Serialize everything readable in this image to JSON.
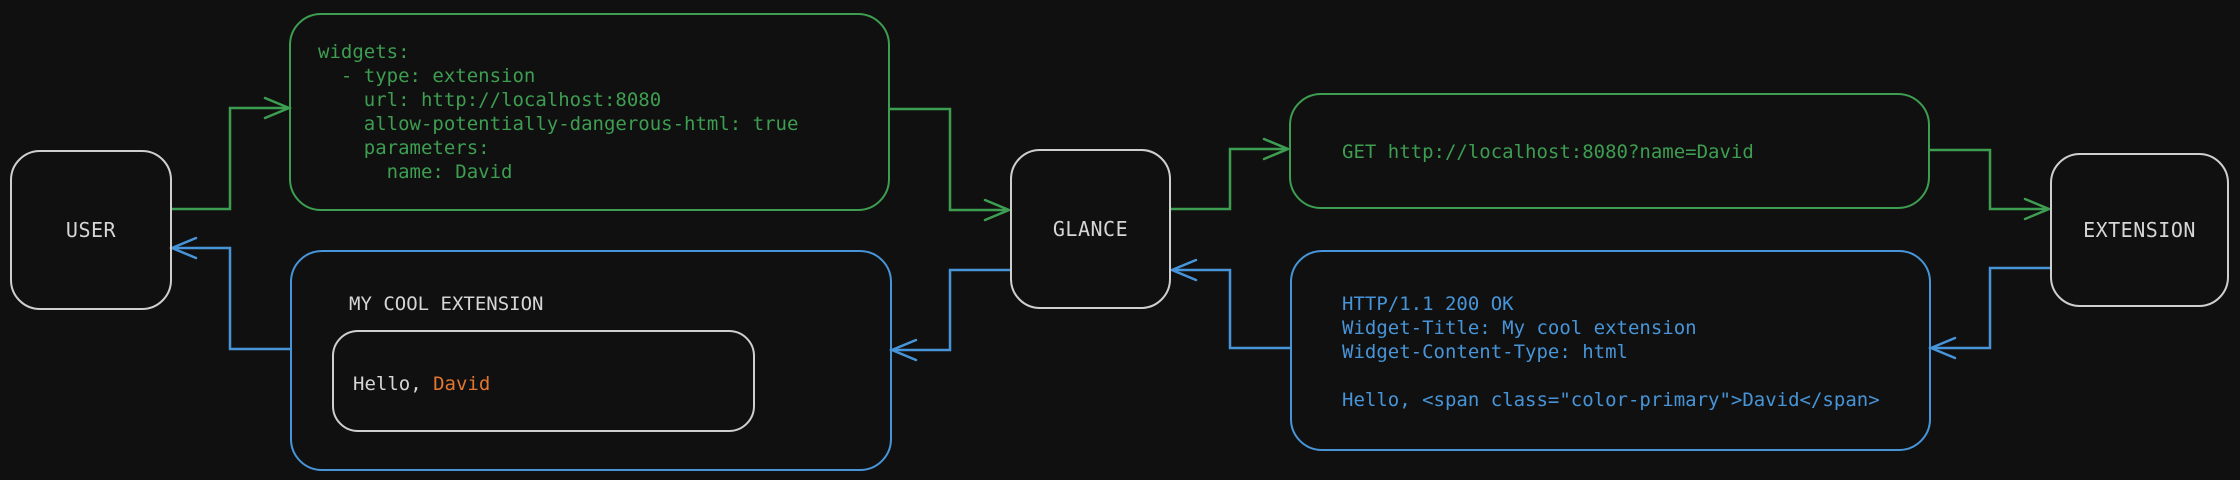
{
  "colors": {
    "background": "#101010",
    "request_green": "#3d9e51",
    "response_blue": "#4795d8",
    "node_border": "#cfcfcf",
    "text_primary": "#d6d6d6",
    "accent_orange": "#e0762f"
  },
  "nodes": {
    "user": {
      "label": "USER"
    },
    "glance": {
      "label": "GLANCE"
    },
    "extension": {
      "label": "EXTENSION"
    }
  },
  "config_box": {
    "code": "widgets:\n  - type: extension\n    url: http://localhost:8080\n    allow-potentially-dangerous-html: true\n    parameters:\n      name: David"
  },
  "request_box": {
    "code": "GET http://localhost:8080?name=David"
  },
  "response_box": {
    "code": "HTTP/1.1 200 OK\nWidget-Title: My cool extension\nWidget-Content-Type: html\n\nHello, <span class=\"color-primary\">David</span>"
  },
  "widget_box": {
    "title": "MY COOL EXTENSION",
    "greeting_prefix": "Hello, ",
    "greeting_name": "David"
  }
}
